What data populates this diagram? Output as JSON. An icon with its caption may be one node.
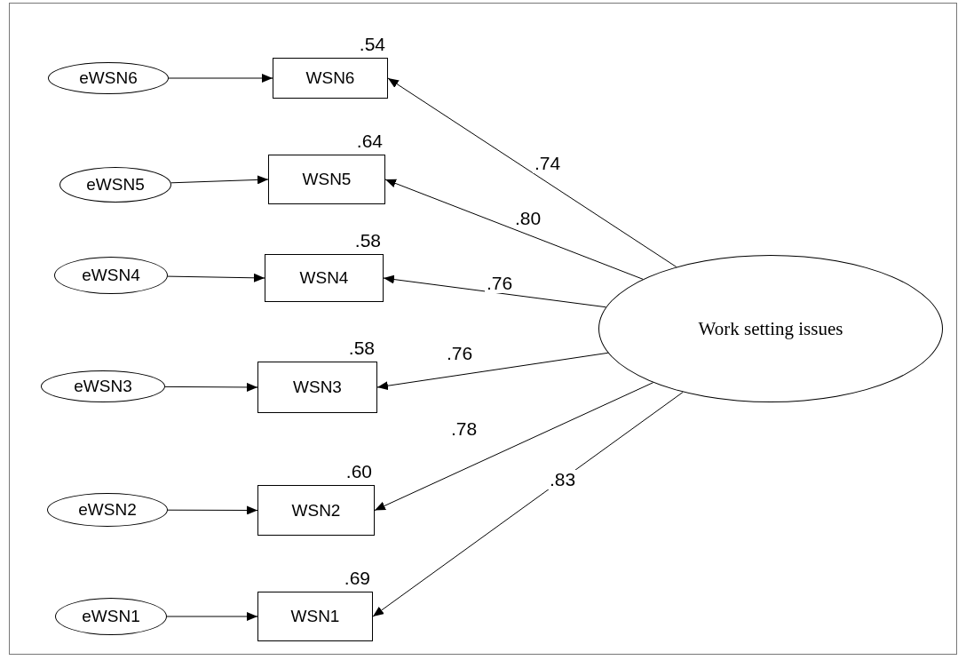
{
  "diagram": {
    "nodes": [
      {
        "text": [
          "eWSN6"
        ]
      },
      {
        "text": [
          "WSN6"
        ],
        "beside": [
          ".54"
        ]
      },
      {
        "text": [
          "eWSN5"
        ]
      },
      {
        "text": [
          "WSN5"
        ],
        "beside": [
          ".64"
        ]
      },
      {
        "text": [
          "eWSN4"
        ]
      },
      {
        "text": [
          "WSN4"
        ],
        "beside": [
          ".58"
        ]
      },
      {
        "text": [
          "eWSN3"
        ]
      },
      {
        "text": [
          "WSN3"
        ],
        "beside": [
          ".58"
        ]
      },
      {
        "text": [
          "eWSN2"
        ]
      },
      {
        "text": [
          "WSN2"
        ],
        "beside": [
          ".60"
        ]
      },
      {
        "text": [
          "eWSN1"
        ]
      },
      {
        "text": [
          "WSN1"
        ],
        "beside": [
          ".69"
        ]
      },
      {
        "text": [
          "Work setting issues"
        ]
      }
    ],
    "edges": [
      {
        "from": 0,
        "to": 1,
        "arrow": "to"
      },
      {
        "from": 2,
        "to": 3,
        "arrow": "to"
      },
      {
        "from": 4,
        "to": 5,
        "arrow": "to"
      },
      {
        "from": 6,
        "to": 7,
        "arrow": "to"
      },
      {
        "from": 8,
        "to": 9,
        "arrow": "to"
      },
      {
        "from": 10,
        "to": 11,
        "arrow": "to"
      },
      {
        "from": 12,
        "to": 1,
        "arrow": "to",
        "label": ".74"
      },
      {
        "from": 12,
        "to": 3,
        "arrow": "to",
        "label": ".80"
      },
      {
        "from": 12,
        "to": 5,
        "arrow": "to",
        "label": ".76"
      },
      {
        "from": 12,
        "to": 7,
        "arrow": "to",
        "label": ".76"
      },
      {
        "from": 12,
        "to": 9,
        "arrow": "to",
        "label": ".78"
      },
      {
        "from": 12,
        "to": 11,
        "arrow": "to",
        "label": ".83"
      }
    ]
  }
}
